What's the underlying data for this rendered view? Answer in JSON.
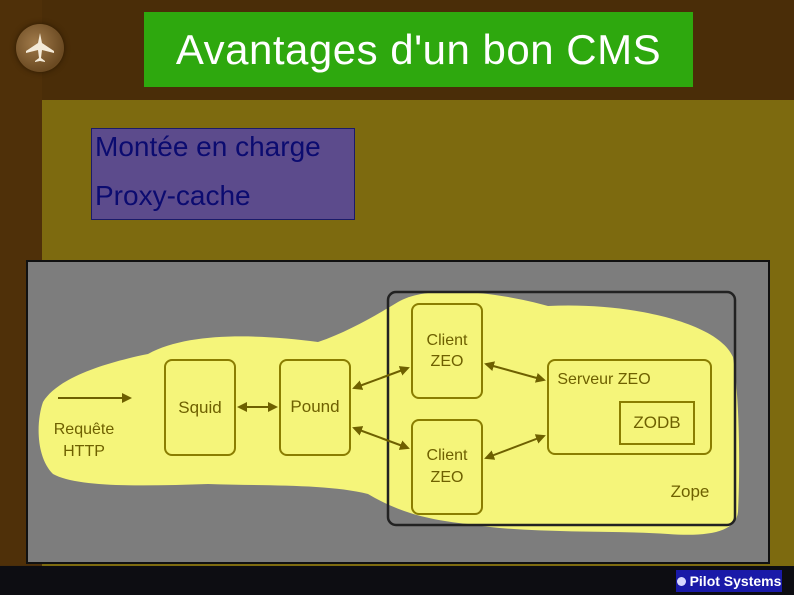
{
  "title": "Avantages d'un bon CMS",
  "bullets": [
    "Montée en charge",
    "Proxy-cache"
  ],
  "diagram": {
    "request_line1": "Requête",
    "request_line2": "HTTP",
    "squid": "Squid",
    "pound": "Pound",
    "client_line1": "Client",
    "client_line2": "ZEO",
    "server": "Serveur ZEO",
    "zodb": "ZODB",
    "zope": "Zope"
  },
  "footer": {
    "brand": "Pilot Systems"
  },
  "icons": {
    "logo": "fighter-jet-icon"
  },
  "colors": {
    "title_bg": "#2ea80e",
    "content_bg": "#7d6a0f",
    "highlight": "#f5f57a",
    "node_text": "#6e6000"
  }
}
